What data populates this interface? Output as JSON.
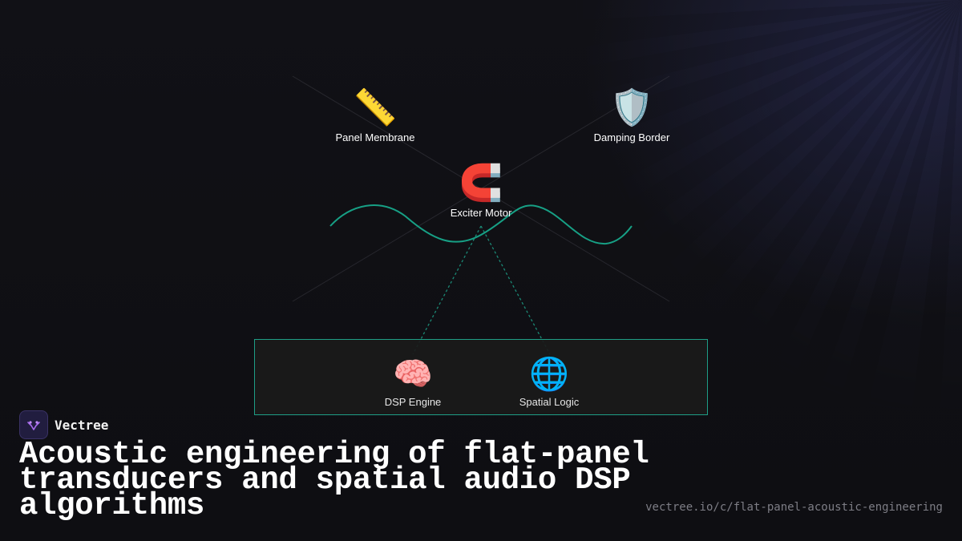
{
  "nodes": {
    "panel_membrane": {
      "label": "Panel Membrane",
      "icon": "ruler-icon",
      "glyph": "📏"
    },
    "damping_border": {
      "label": "Damping Border",
      "icon": "shield-icon",
      "glyph": "🛡️"
    },
    "exciter_motor": {
      "label": "Exciter Motor",
      "icon": "magnet-icon",
      "glyph": "🧲"
    },
    "dsp_engine": {
      "label": "DSP Engine",
      "icon": "brain-icon",
      "glyph": "🧠"
    },
    "spatial_logic": {
      "label": "Spatial Logic",
      "icon": "globe-icon",
      "glyph": "🌐"
    }
  },
  "colors": {
    "accent": "#1e9e86",
    "wave": "#17a085",
    "background": "#0f0f13"
  },
  "brand": {
    "name": "Vectree",
    "logo_icon": "vectree-logo-icon"
  },
  "footer": {
    "headline": "Acoustic engineering of flat-panel transducers and spatial audio DSP algorithms",
    "url": "vectree.io/c/flat-panel-acoustic-engineering"
  }
}
